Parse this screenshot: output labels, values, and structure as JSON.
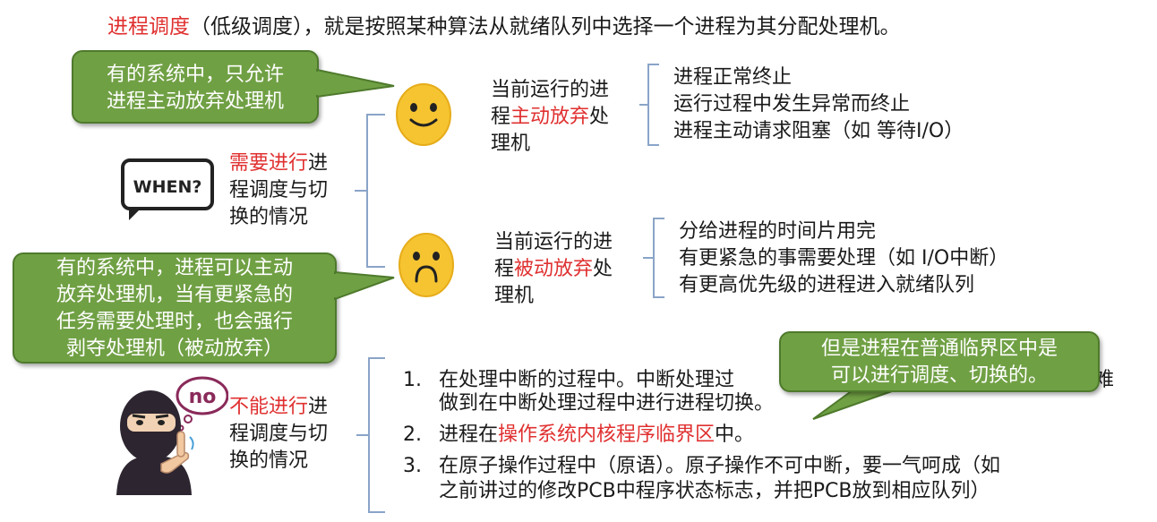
{
  "title": {
    "highlight": "进程调度",
    "rest": "（低级调度），就是按照某种算法从就绪队列中选择一个进程为其分配处理机。"
  },
  "need": {
    "highlight": "需要进行",
    "line1_rest": "进",
    "line2": "程调度与切",
    "line3": "换的情况"
  },
  "cannot": {
    "highlight": "不能进行",
    "line1_rest": "进",
    "line2": "程调度与切",
    "line3": "换的情况"
  },
  "when_label": "WHEN?",
  "no_label": "no",
  "bubble_top": {
    "line1": "有的系统中，只允许",
    "line2": "进程主动放弃处理机"
  },
  "bubble_mid": {
    "line1": "有的系统中，进程可以主动",
    "line2": "放弃处理机，当有更紧急的",
    "line3": "任务需要处理时，也会强行",
    "line4": "剥夺处理机（被动放弃）"
  },
  "bubble_right": {
    "line1": "但是进程在普通临界区中是",
    "line2": "可以进行调度、切换的。"
  },
  "active": {
    "line1": "当前运行的进",
    "line2_pre": "程",
    "line2_highlight": "主动放弃",
    "line2_post": "处",
    "line3": "理机",
    "items": [
      "进程正常终止",
      "运行过程中发生异常而终止",
      "进程主动请求阻塞（如 等待I/O）"
    ]
  },
  "passive": {
    "line1": "当前运行的进",
    "line2_pre": "程",
    "line2_highlight": "被动放弃",
    "line2_post": "处",
    "line3": "理机",
    "items": [
      "分给进程的时间片用完",
      "有更紧急的事需要处理（如 I/O中断）",
      "有更高优先级的进程进入就绪队列"
    ]
  },
  "cannot_list": {
    "item1": {
      "num": "1.",
      "line1": "在处理中断的过程中。中断处理过",
      "line1_tail": "难",
      "line2": "做到在中断处理过程中进行进程切换。"
    },
    "item2": {
      "num": "2.",
      "pre": "进程在",
      "highlight": "操作系统内核程序临界区",
      "post": "中。"
    },
    "item3": {
      "num": "3.",
      "line1": "在原子操作过程中（原语）。原子操作不可中断，要一气呵成（如",
      "line2": "之前讲过的修改PCB中程序状态标志，并把PCB放到相应队列）"
    }
  },
  "colors": {
    "highlight_red": "#e03030",
    "bubble_green": "#70a044",
    "emoji_yellow": "#f6c431"
  }
}
